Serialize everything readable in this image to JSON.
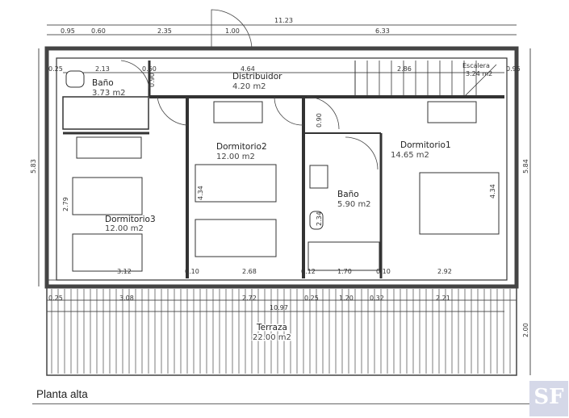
{
  "plan_title": "Planta alta",
  "logo_text": "SF",
  "rooms": [
    {
      "name": "Baño",
      "area": "3.73 m2"
    },
    {
      "name": "Distribuidor",
      "area": "4.20 m2"
    },
    {
      "name": "Escalera",
      "area": "3.24 m2"
    },
    {
      "name": "Dormitorio2",
      "area": "12.00 m2"
    },
    {
      "name": "Dormitorio1",
      "area": "14.65 m2"
    },
    {
      "name": "Baño",
      "area": "5.90 m2"
    },
    {
      "name": "Dormitorio3",
      "area": "12.00 m2"
    },
    {
      "name": "Terraza",
      "area": "22.00 m2"
    }
  ],
  "dimensions": {
    "top_total": "11.23",
    "top_segments": [
      "0.95",
      "0.60",
      "2.35",
      "1.00",
      "6.33"
    ],
    "inner_top": [
      "2.13",
      "0.60",
      "4.64",
      "2.86",
      "0.95"
    ],
    "inner_bottom": [
      "3.12",
      "0.10",
      "2.68",
      "0.12",
      "1.70",
      "0.10",
      "2.92"
    ],
    "terrace_segments": [
      "0.25",
      "3.08",
      "2.72",
      "0.25",
      "1.20",
      "0.32",
      "2.21"
    ],
    "terrace_total": "10.97",
    "left_height": "5.83",
    "right_height": "5.84",
    "terrace_depth": "2.00",
    "room_heights": [
      "2.79",
      "4.34",
      "2.34",
      "4.34"
    ],
    "misc": [
      "0.90",
      "0.90",
      "0.25"
    ]
  },
  "colors": {
    "wall": "#555555",
    "line": "#222222",
    "logo_bg": "#d5d8e8"
  }
}
